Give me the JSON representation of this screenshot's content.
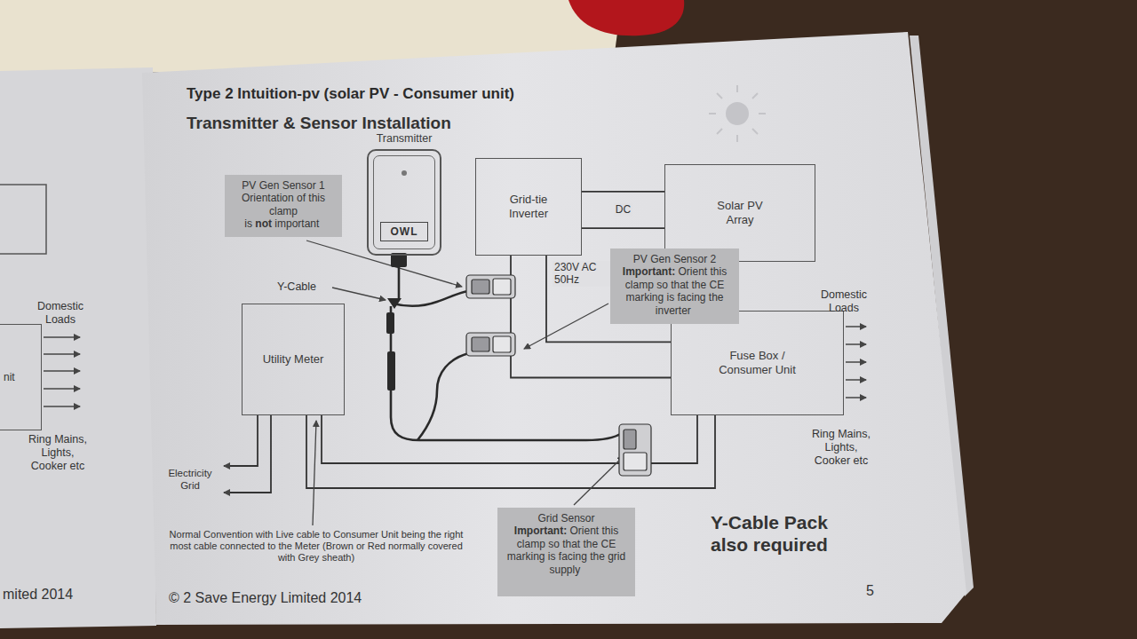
{
  "diagram": {
    "title": "Type 2 Intuition-pv (solar PV - Consumer unit)",
    "nodes": [
      {
        "text": [
          "Transmitter",
          "OWL"
        ]
      },
      {
        "text": [
          "Grid-tie Inverter"
        ]
      },
      {
        "text": [
          "Solar PV Array"
        ]
      },
      {
        "text": [
          "PV Gen Sensor 1",
          "Orientation of this clamp is",
          "not",
          "important"
        ]
      },
      {
        "text": [
          "PV Gen Sensor 2",
          "Important:",
          "Orient this clamp so that the CE marking is facing the inverter"
        ]
      },
      {
        "text": [
          "Utility Meter"
        ]
      },
      {
        "text": [
          "Fuse Box / Consumer Unit"
        ]
      },
      {
        "text": [
          "Grid Sensor",
          "Important:",
          "Orient this clamp so that the CE marking is facing the grid supply"
        ]
      },
      {
        "text": [
          "nit"
        ]
      }
    ],
    "edges": [
      {
        "from": 1,
        "to": 2,
        "label": "DC",
        "arrow": "none"
      },
      {
        "from": 1,
        "to": 6,
        "label": "230V AC 50Hz",
        "arrow": "none"
      },
      {
        "from": 5,
        "to": 6,
        "arrow": "none"
      }
    ],
    "labels": [
      "Transmitter & Sensor Installation",
      "Y-Cable",
      "Domestic Loads",
      "Ring Mains, Lights, Cooker etc",
      "Electricity Grid",
      "Normal Convention with Live cable to Consumer Unit being the right most cable connected to the Meter (Brown or Red normally covered with Grey sheath)",
      "Y-Cable Pack also required",
      "© 2 Save Energy Limited 2014",
      "5",
      "Domestic Loads",
      "Ring Mains, Lights, Cooker etc",
      "mited 2014"
    ]
  }
}
